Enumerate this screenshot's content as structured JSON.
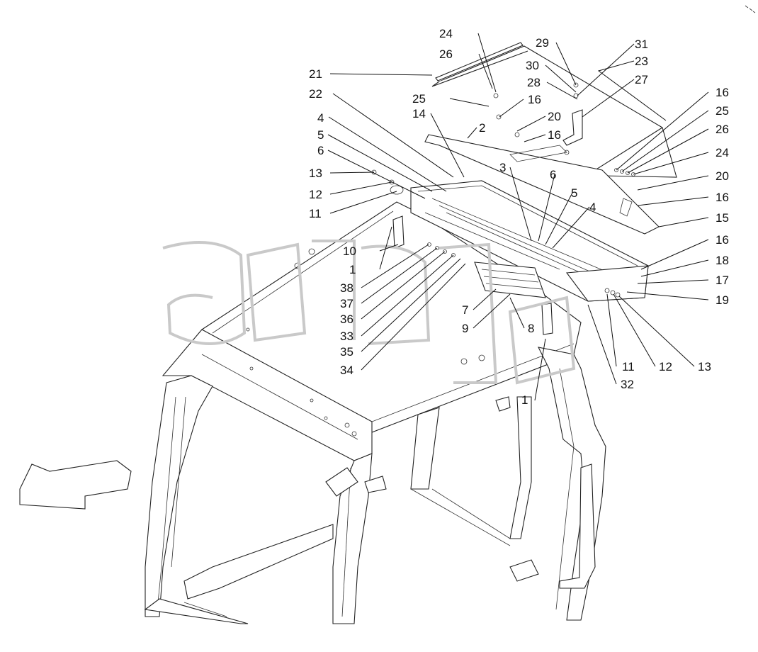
{
  "labels": [
    {
      "id": "l24a",
      "text": "24"
    },
    {
      "id": "l26a",
      "text": "26"
    },
    {
      "id": "l21",
      "text": "21"
    },
    {
      "id": "l22",
      "text": "22"
    },
    {
      "id": "l25a",
      "text": "25"
    },
    {
      "id": "l16a",
      "text": "16"
    },
    {
      "id": "l14",
      "text": "14"
    },
    {
      "id": "l4a",
      "text": "4"
    },
    {
      "id": "l2",
      "text": "2"
    },
    {
      "id": "l20a",
      "text": "20"
    },
    {
      "id": "l16b",
      "text": "16"
    },
    {
      "id": "l5a",
      "text": "5"
    },
    {
      "id": "l6a",
      "text": "6"
    },
    {
      "id": "l13a",
      "text": "13"
    },
    {
      "id": "l12a",
      "text": "12"
    },
    {
      "id": "l11a",
      "text": "11"
    },
    {
      "id": "l10",
      "text": "10"
    },
    {
      "id": "l1a",
      "text": "1"
    },
    {
      "id": "l38",
      "text": "38"
    },
    {
      "id": "l37",
      "text": "37"
    },
    {
      "id": "l36",
      "text": "36"
    },
    {
      "id": "l33",
      "text": "33"
    },
    {
      "id": "l35",
      "text": "35"
    },
    {
      "id": "l34",
      "text": "34"
    },
    {
      "id": "l29",
      "text": "29"
    },
    {
      "id": "l31",
      "text": "31"
    },
    {
      "id": "l30",
      "text": "30"
    },
    {
      "id": "l23",
      "text": "23"
    },
    {
      "id": "l28",
      "text": "28"
    },
    {
      "id": "l27",
      "text": "27"
    },
    {
      "id": "l3",
      "text": "3"
    },
    {
      "id": "l6b",
      "text": "6"
    },
    {
      "id": "l5b",
      "text": "5"
    },
    {
      "id": "l4b",
      "text": "4"
    },
    {
      "id": "l16c",
      "text": "16"
    },
    {
      "id": "l25b",
      "text": "25"
    },
    {
      "id": "l26b",
      "text": "26"
    },
    {
      "id": "l24b",
      "text": "24"
    },
    {
      "id": "l20b",
      "text": "20"
    },
    {
      "id": "l16d",
      "text": "16"
    },
    {
      "id": "l15",
      "text": "15"
    },
    {
      "id": "l16e",
      "text": "16"
    },
    {
      "id": "l18",
      "text": "18"
    },
    {
      "id": "l17",
      "text": "17"
    },
    {
      "id": "l19",
      "text": "19"
    },
    {
      "id": "l7",
      "text": "7"
    },
    {
      "id": "l9",
      "text": "9"
    },
    {
      "id": "l8",
      "text": "8"
    },
    {
      "id": "l11b",
      "text": "11"
    },
    {
      "id": "l12b",
      "text": "12"
    },
    {
      "id": "l13b",
      "text": "13"
    },
    {
      "id": "l32",
      "text": "32"
    },
    {
      "id": "l1b",
      "text": "1"
    }
  ],
  "watermark": "элсп",
  "colors": {
    "line": "#111111",
    "watermark": "#c9c9c9",
    "background": "#ffffff"
  }
}
